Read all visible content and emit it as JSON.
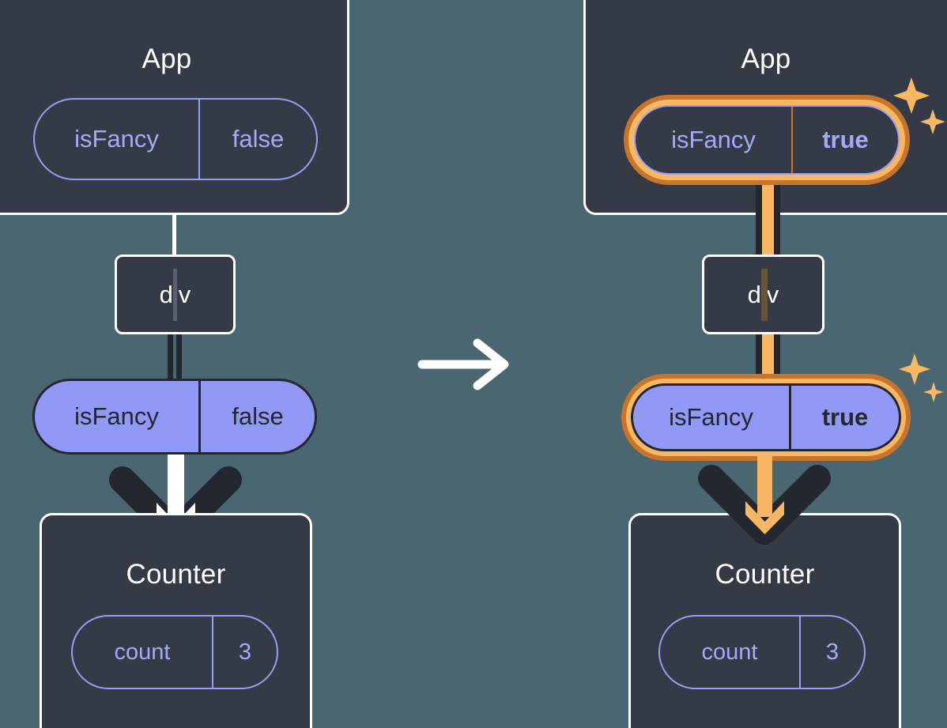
{
  "diagram": {
    "type": "react-state-update-tree",
    "background_color": "#4a6670",
    "accent_color": "#f7b763",
    "accent_dark_color": "#c9742b",
    "pill_color": "#9198f5",
    "box_color": "#343a46",
    "transition": {
      "icon": "right-arrow-icon",
      "label": "→"
    },
    "panels": [
      {
        "id": "before",
        "app": {
          "title": "App",
          "prop": {
            "label": "isFancy",
            "value": "false",
            "highlighted": false,
            "bold": false
          }
        },
        "dom": {
          "label": "div"
        },
        "prop_pill": {
          "label": "isFancy",
          "value": "false",
          "highlighted": false,
          "bold": false
        },
        "counter": {
          "title": "Counter",
          "state": {
            "label": "count",
            "value": "3",
            "highlighted": false,
            "bold": false
          }
        },
        "sparkles": false
      },
      {
        "id": "after",
        "app": {
          "title": "App",
          "prop": {
            "label": "isFancy",
            "value": "true",
            "highlighted": true,
            "bold": true
          }
        },
        "dom": {
          "label": "div"
        },
        "prop_pill": {
          "label": "isFancy",
          "value": "true",
          "highlighted": true,
          "bold": true
        },
        "counter": {
          "title": "Counter",
          "state": {
            "label": "count",
            "value": "3",
            "highlighted": false,
            "bold": false
          }
        },
        "sparkles": true
      }
    ]
  }
}
